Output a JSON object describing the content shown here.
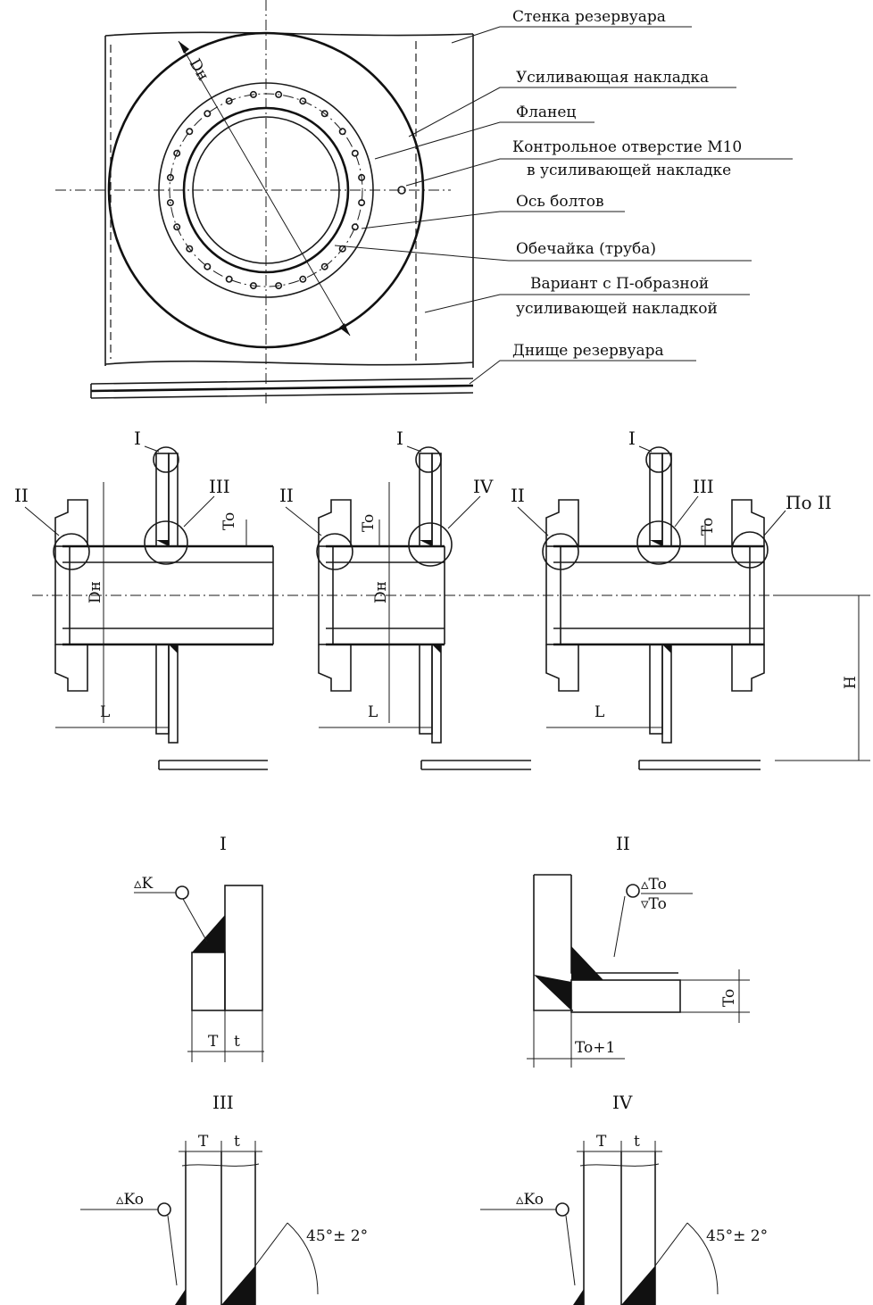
{
  "plan_view": {
    "callouts": [
      "Стенка резервуара",
      "Усиливающая накладка",
      "Фланец",
      "Контрольное отверстие М10",
      "в усиливающей накладке",
      "Ось болтов",
      "Обечайка (труба)",
      "Вариант с П-образной",
      "усиливающей накладкой",
      "Днище резервуара"
    ],
    "diameter_label": "Dн"
  },
  "sections": {
    "first": {
      "mark_i": "I",
      "mark_ii": "II",
      "mark_iii": "III",
      "dim_to": "To",
      "dim_dn": "Dн",
      "dim_l": "L"
    },
    "second": {
      "mark_i": "I",
      "mark_ii": "II",
      "mark_iv": "IV",
      "dim_to": "To",
      "dim_dn": "Dн",
      "dim_l": "L"
    },
    "third": {
      "mark_i": "I",
      "mark_ii": "II",
      "mark_iii": "III",
      "mark_po_ii": "По II",
      "dim_to": "To",
      "dim_l": "L",
      "dim_h": "H"
    }
  },
  "details": {
    "I": {
      "title": "I",
      "weld": "K",
      "dim_t_big": "T",
      "dim_t_small": "t"
    },
    "II": {
      "title": "II",
      "weld_top": "To",
      "weld_bottom": "To",
      "dim_to": "To",
      "dim_to_plus": "To+1"
    },
    "III": {
      "title": "III",
      "weld": "Ko",
      "dim_t_big": "T",
      "dim_t_small": "t",
      "angle": "45°± 2°"
    },
    "IV": {
      "title": "IV",
      "weld": "Ko",
      "dim_t_big": "T",
      "dim_t_small": "t",
      "angle": "45°± 2°"
    }
  }
}
